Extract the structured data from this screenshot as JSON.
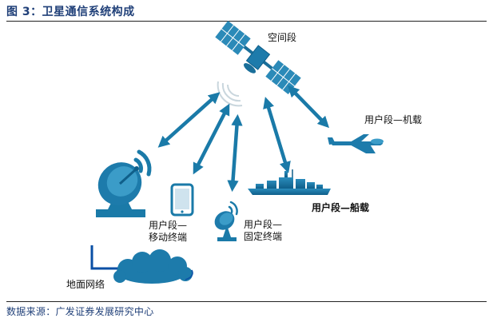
{
  "figure": {
    "title": "图 3：卫星通信系统构成",
    "source": "数据来源：广发证券发展研究中心"
  },
  "labels": {
    "space_segment": "空间段",
    "user_airborne": "用户段—机载",
    "user_shipborne": "用户段—船载",
    "user_mobile_line1": "用户段—",
    "user_mobile_line2": "移动终端",
    "user_fixed_line1": "用户段—",
    "user_fixed_line2": "固定终端",
    "ground_network": "地面网络"
  },
  "colors": {
    "accent": "#1a7aa8",
    "title": "#1f3f78",
    "network": "#0a4fa5"
  }
}
